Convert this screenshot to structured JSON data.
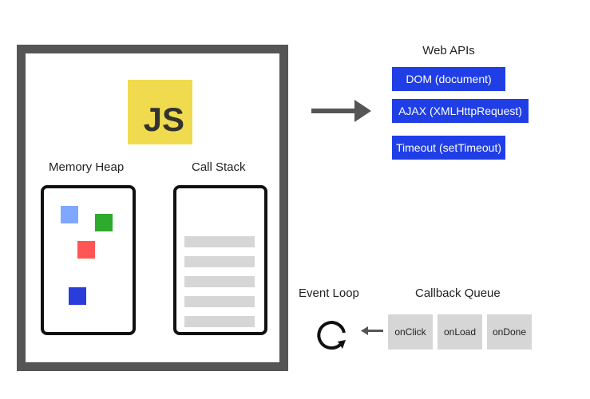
{
  "engine": {
    "logo_text": "JS",
    "memory_heap_label": "Memory Heap",
    "call_stack_label": "Call Stack",
    "memory_block_colors": [
      "#7fa7ff",
      "#2eaa2e",
      "#ff5555",
      "#2a3ddb"
    ],
    "call_stack_frame_count": 5
  },
  "web_apis": {
    "title": "Web APIs",
    "items": [
      {
        "label": "DOM (document)"
      },
      {
        "label": "AJAX (XMLHttpRequest)"
      },
      {
        "label": "Timeout (setTimeout)"
      }
    ],
    "color": "#1f3ee6"
  },
  "event_loop": {
    "label": "Event Loop"
  },
  "callback_queue": {
    "label": "Callback Queue",
    "items": [
      {
        "label": "onClick"
      },
      {
        "label": "onLoad"
      },
      {
        "label": "onDone"
      }
    ]
  },
  "colors": {
    "frame": "#555555",
    "js_yellow": "#f0db4f",
    "queue_gray": "#d6d6d6"
  }
}
